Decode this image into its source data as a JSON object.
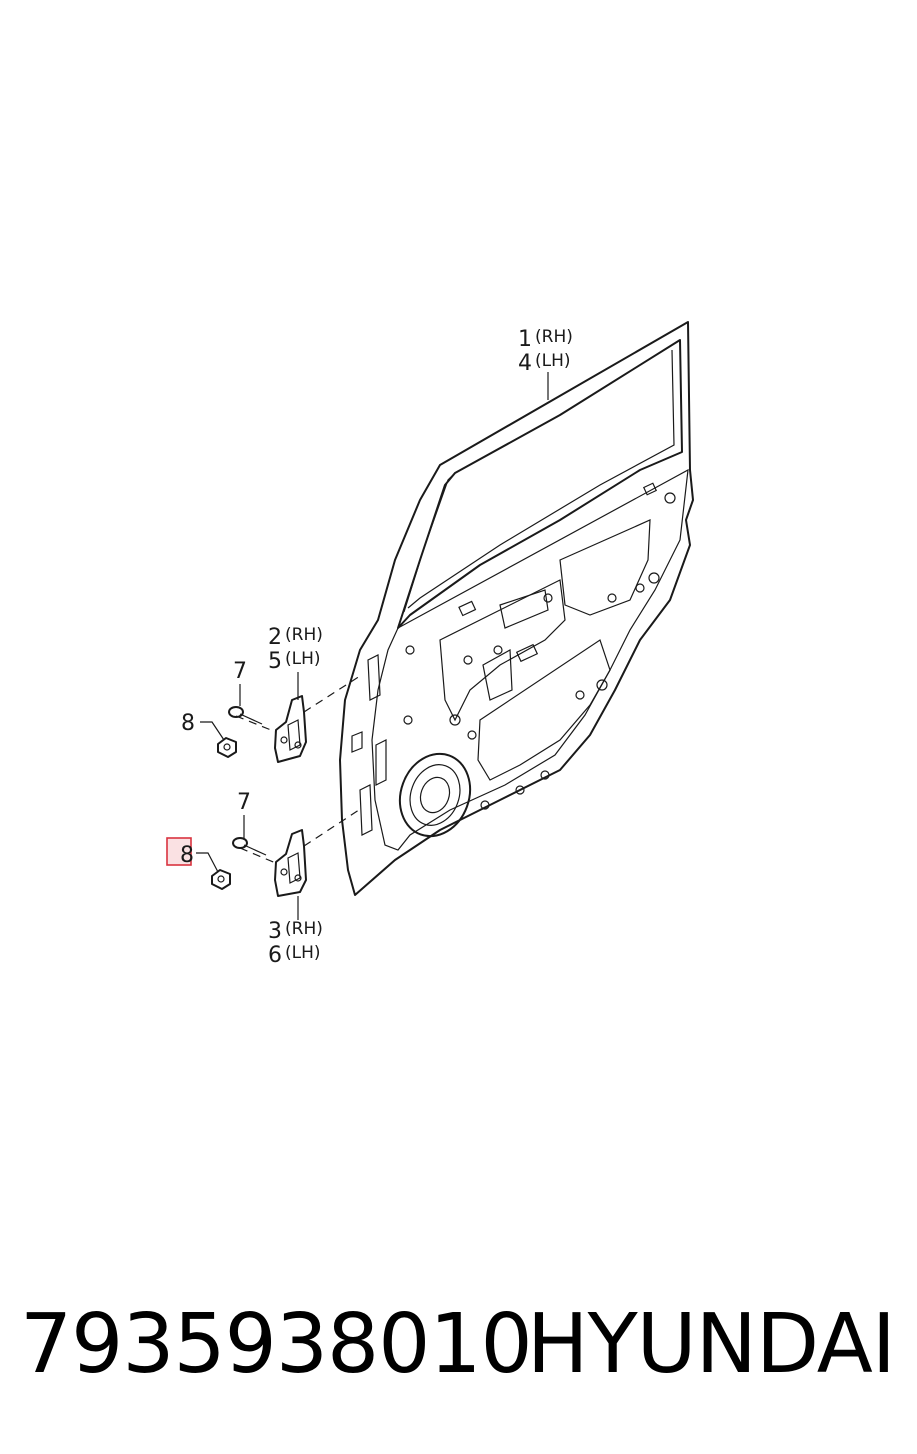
{
  "callouts": {
    "door_panel": {
      "num_rh": "1",
      "side_rh": "(RH)",
      "num_lh": "4",
      "side_lh": "(LH)"
    },
    "upper_hinge": {
      "num_rh": "2",
      "side_rh": "(RH)",
      "num_lh": "5",
      "side_lh": "(LH)"
    },
    "lower_hinge": {
      "num_rh": "3",
      "side_rh": "(RH)",
      "num_lh": "6",
      "side_lh": "(LH)"
    },
    "bolt_upper": "7",
    "bolt_lower": "7",
    "nut_upper": "8",
    "nut_lower": "8"
  },
  "highlight": {
    "label": "8",
    "color": "#d9333f"
  },
  "footer": {
    "part_number": "7935938010",
    "brand": "HYUNDAI"
  }
}
